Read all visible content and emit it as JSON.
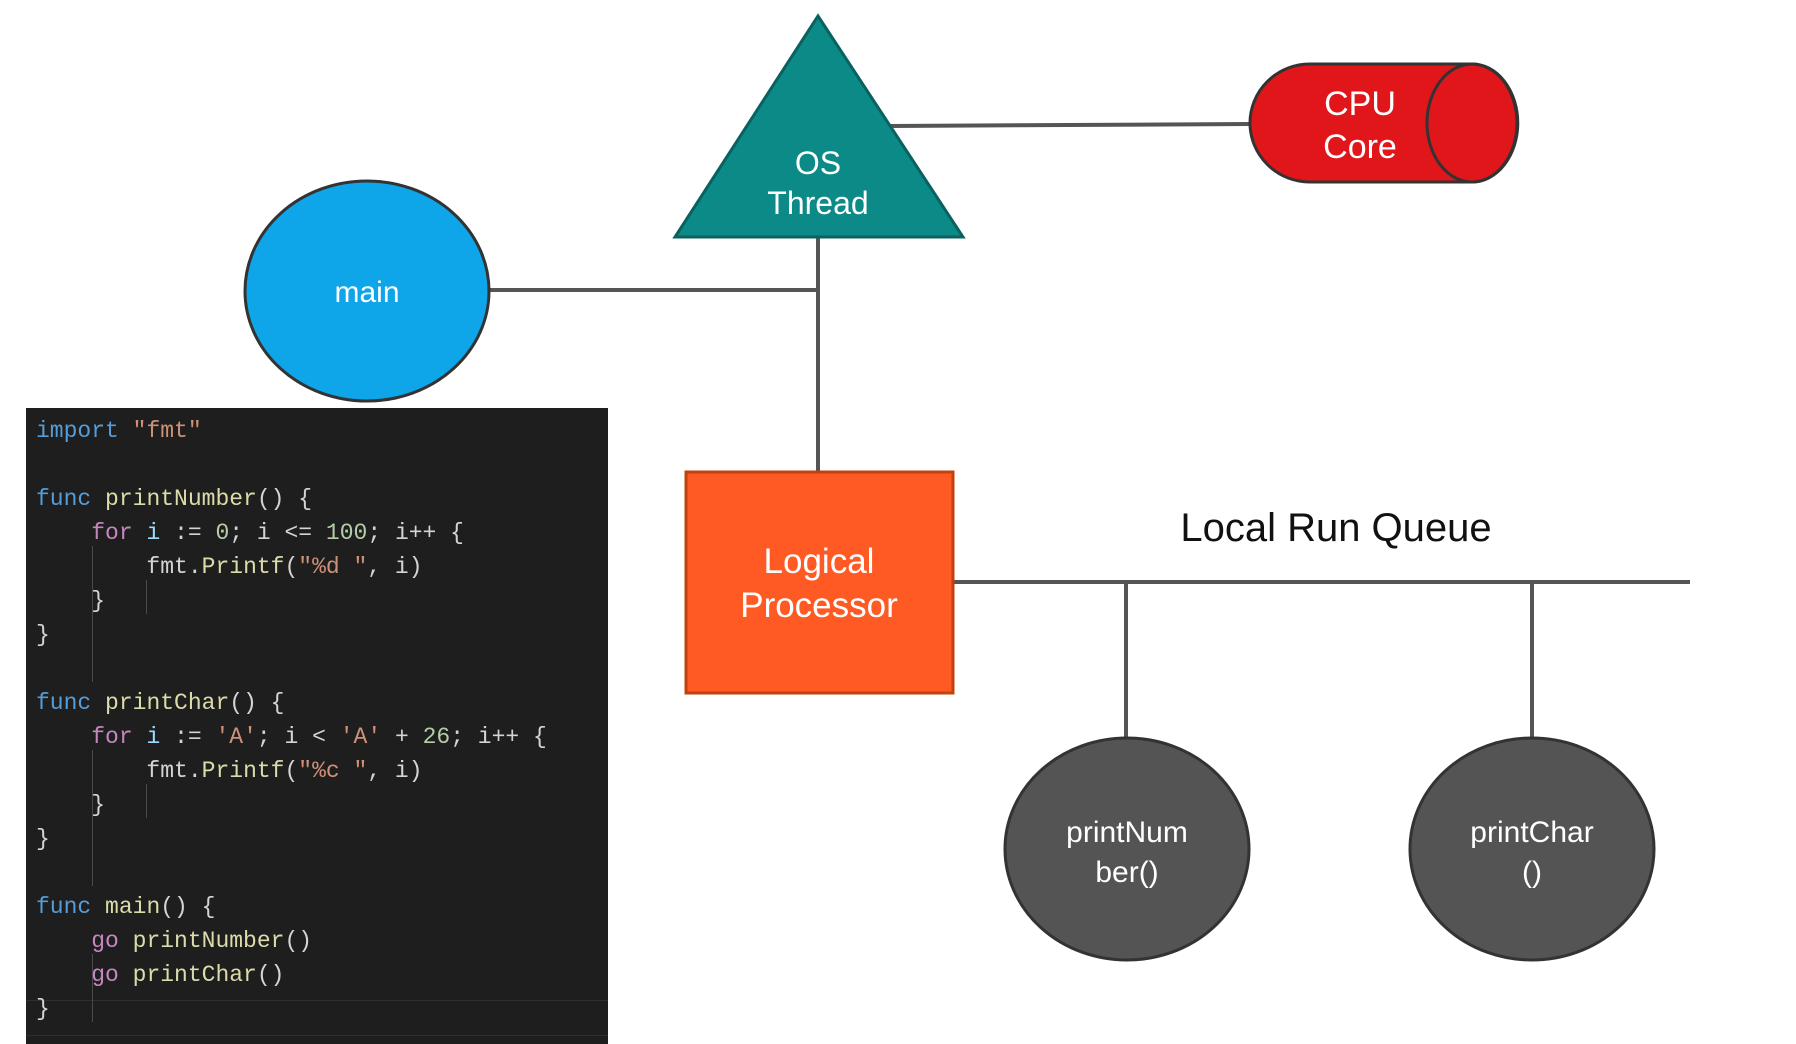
{
  "diagram": {
    "nodes": {
      "main": {
        "label": "main",
        "color": "#0ea5e9"
      },
      "os_thread": {
        "label_lines": [
          "OS",
          "Thread"
        ],
        "color": "#0b8a87"
      },
      "cpu_core": {
        "label_lines": [
          "CPU",
          "Core"
        ],
        "color": "#e0161b"
      },
      "logical_processor": {
        "label_lines": [
          "Logical",
          "Processor"
        ],
        "color": "#ff5a23"
      },
      "print_number": {
        "label_lines": [
          "printNum",
          "ber()"
        ],
        "color": "#545454"
      },
      "print_char": {
        "label_lines": [
          "printChar",
          "()"
        ],
        "color": "#545454"
      }
    },
    "queue_label": "Local Run Queue",
    "line_color": "#555555"
  },
  "code": {
    "lines": [
      [
        {
          "t": "import",
          "c": "keyword"
        },
        {
          "t": " ",
          "c": "punct"
        },
        {
          "t": "\"",
          "c": "string"
        },
        {
          "t": "fmt",
          "c": "string"
        },
        {
          "t": "\"",
          "c": "string"
        }
      ],
      [],
      [
        {
          "t": "func",
          "c": "keyword"
        },
        {
          "t": " ",
          "c": "punct"
        },
        {
          "t": "printNumber",
          "c": "func"
        },
        {
          "t": "() {",
          "c": "punct"
        }
      ],
      [
        {
          "t": "    ",
          "c": "punct"
        },
        {
          "t": "for",
          "c": "control"
        },
        {
          "t": " ",
          "c": "punct"
        },
        {
          "t": "i",
          "c": "var"
        },
        {
          "t": " := ",
          "c": "punct"
        },
        {
          "t": "0",
          "c": "number"
        },
        {
          "t": "; i <= ",
          "c": "punct"
        },
        {
          "t": "100",
          "c": "number"
        },
        {
          "t": "; i++ {",
          "c": "punct"
        }
      ],
      [
        {
          "t": "        ",
          "c": "punct"
        },
        {
          "t": "fmt",
          "c": "punct"
        },
        {
          "t": ".",
          "c": "punct"
        },
        {
          "t": "Printf",
          "c": "func"
        },
        {
          "t": "(",
          "c": "punct"
        },
        {
          "t": "\"%d \"",
          "c": "string"
        },
        {
          "t": ", i)",
          "c": "punct"
        }
      ],
      [
        {
          "t": "    }",
          "c": "punct"
        }
      ],
      [
        {
          "t": "}",
          "c": "punct"
        }
      ],
      [],
      [
        {
          "t": "func",
          "c": "keyword"
        },
        {
          "t": " ",
          "c": "punct"
        },
        {
          "t": "printChar",
          "c": "func"
        },
        {
          "t": "() {",
          "c": "punct"
        }
      ],
      [
        {
          "t": "    ",
          "c": "punct"
        },
        {
          "t": "for",
          "c": "control"
        },
        {
          "t": " ",
          "c": "punct"
        },
        {
          "t": "i",
          "c": "var"
        },
        {
          "t": " := ",
          "c": "punct"
        },
        {
          "t": "'A'",
          "c": "string"
        },
        {
          "t": "; i < ",
          "c": "punct"
        },
        {
          "t": "'A'",
          "c": "string"
        },
        {
          "t": " + ",
          "c": "punct"
        },
        {
          "t": "26",
          "c": "number"
        },
        {
          "t": "; i++ {",
          "c": "punct"
        }
      ],
      [
        {
          "t": "        ",
          "c": "punct"
        },
        {
          "t": "fmt",
          "c": "punct"
        },
        {
          "t": ".",
          "c": "punct"
        },
        {
          "t": "Printf",
          "c": "func"
        },
        {
          "t": "(",
          "c": "punct"
        },
        {
          "t": "\"%c \"",
          "c": "string"
        },
        {
          "t": ", i)",
          "c": "punct"
        }
      ],
      [
        {
          "t": "    }",
          "c": "punct"
        }
      ],
      [
        {
          "t": "}",
          "c": "punct"
        }
      ],
      [],
      [
        {
          "t": "func",
          "c": "keyword"
        },
        {
          "t": " ",
          "c": "punct"
        },
        {
          "t": "main",
          "c": "func"
        },
        {
          "t": "() ",
          "c": "punct"
        },
        {
          "t": "{",
          "c": "punct"
        }
      ],
      [
        {
          "t": "    ",
          "c": "punct"
        },
        {
          "t": "go",
          "c": "control"
        },
        {
          "t": " ",
          "c": "punct"
        },
        {
          "t": "printNumber",
          "c": "func"
        },
        {
          "t": "()",
          "c": "punct"
        }
      ],
      [
        {
          "t": "    ",
          "c": "punct"
        },
        {
          "t": "go",
          "c": "control"
        },
        {
          "t": " ",
          "c": "punct"
        },
        {
          "t": "printChar",
          "c": "func"
        },
        {
          "t": "()",
          "c": "punct"
        }
      ],
      [
        {
          "t": "}",
          "c": "punct"
        }
      ]
    ]
  }
}
